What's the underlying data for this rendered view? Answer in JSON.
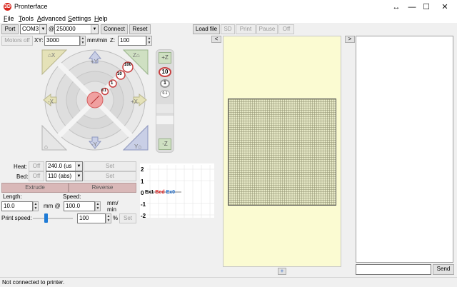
{
  "window": {
    "title": "Pronterface",
    "icon_label": "3D",
    "min_glyph": "—",
    "max_glyph": "☐",
    "close_glyph": "✕",
    "resize_glyph": "↔"
  },
  "menu": [
    {
      "label": "File",
      "key": "F",
      "rest": "ile"
    },
    {
      "label": "Tools",
      "key": "T",
      "rest": "ools"
    },
    {
      "label": "Advanced",
      "key": "A",
      "rest": "dvanced"
    },
    {
      "label": "Settings",
      "key": "S",
      "rest": "ettings"
    },
    {
      "label": "Help",
      "key": "H",
      "rest": "elp"
    }
  ],
  "connection": {
    "port_label": "Port",
    "port_value": "COM3",
    "at_label": "@",
    "baud_value": "250000",
    "connect_label": "Connect",
    "reset_label": "Reset"
  },
  "feedrate": {
    "motors_off_label": "Motors off",
    "xy_label": "XY:",
    "xy_value": "3000",
    "unit_label": "mm/min",
    "z_label": "Z:",
    "z_value": "100"
  },
  "file_toolbar": {
    "load_file": "Load file",
    "sd": "SD",
    "print": "Print",
    "pause": "Pause",
    "off": "Off"
  },
  "jog": {
    "home_x": "X",
    "home_y": "Y",
    "home_z": "Z",
    "plus_y": "+Y",
    "minus_y": "-Y",
    "plus_x": "+X",
    "minus_x": "-X",
    "plus_z": "+Z",
    "minus_z": "-Z",
    "steps": [
      "100",
      "10",
      "1",
      "0.1"
    ],
    "z_steps": [
      "10",
      "1",
      "0.1"
    ]
  },
  "temps": {
    "heat_label": "Heat:",
    "heat_off": "Off",
    "heat_value": "240.0 (us",
    "bed_label": "Bed:",
    "bed_off": "Off",
    "bed_value": "110 (abs)",
    "set_label": "Set"
  },
  "extrude": {
    "extrude_label": "Extrude",
    "reverse_label": "Reverse"
  },
  "move": {
    "length_label": "Length:",
    "length_value": "10.0",
    "mm_at_label": "mm @",
    "speed_label": "Speed:",
    "speed_value": "100.0",
    "speed_unit_1": "mm/",
    "speed_unit_2": "min",
    "print_speed_label": "Print speed:",
    "print_speed_value": "100",
    "percent_label": "%",
    "set_label": "Set",
    "print_speed_level": 0.3
  },
  "graph": {
    "y_ticks": [
      "2",
      "1",
      "0",
      "-1",
      "-2"
    ],
    "legend": [
      {
        "label": "Ex1",
        "color": "#000000"
      },
      {
        "label": "Bed",
        "color": "#e02020"
      },
      {
        "label": "Ex0",
        "color": "#1e6fd0"
      }
    ]
  },
  "panes": {
    "left_arrow": "<",
    "right_arrow": ">",
    "plus_btn": "+"
  },
  "console": {
    "send_label": "Send",
    "input_value": ""
  },
  "status": {
    "text": "Not connected to printer."
  },
  "colors": {
    "bed_background": "#fbfbd2",
    "grid_fill": "#e6e8c6",
    "accent_red": "#e44a4a"
  }
}
